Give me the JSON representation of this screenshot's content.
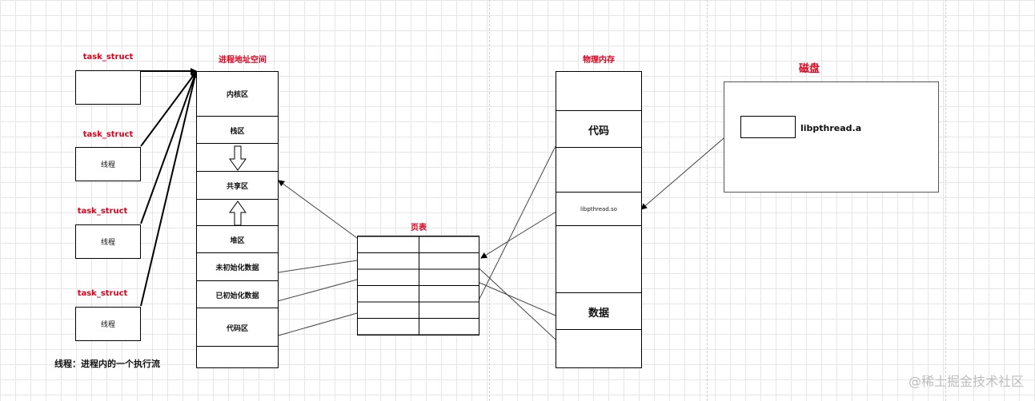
{
  "threads": {
    "label": "task_struct",
    "thread_text": "线程"
  },
  "address_space": {
    "title": "进程地址空间",
    "segments": [
      "内核区",
      "栈区",
      "",
      "共享区",
      "",
      "堆区",
      "未初始化数据",
      "已初始化数据",
      "代码区",
      ""
    ]
  },
  "page_table": {
    "title": "页表",
    "rows": 6,
    "cols": 2
  },
  "physical_memory": {
    "title": "物理内存",
    "segments": [
      "",
      "代码",
      "",
      "libpthread.so",
      "",
      "数据",
      ""
    ]
  },
  "disk": {
    "title": "磁盘",
    "file_label": "libpthread.a"
  },
  "note": "线程：进程内的一个执行流",
  "watermark": "@稀土掘金技术社区",
  "colors": {
    "title_red": "#e0001b",
    "line": "#000000",
    "grid": "#e6e6e6"
  }
}
